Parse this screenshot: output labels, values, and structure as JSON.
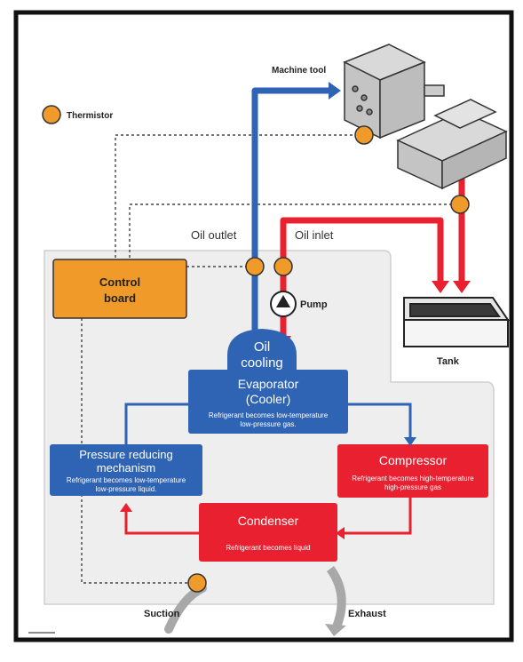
{
  "legend": {
    "thermistor_label": "Thermistor",
    "thermistor_color": "#f09a2a"
  },
  "labels": {
    "machine_tool": "Machine tool",
    "oil_outlet": "Oil outlet",
    "oil_inlet": "Oil inlet",
    "pump": "Pump",
    "tank": "Tank",
    "suction": "Suction",
    "exhaust": "Exhaust"
  },
  "control_board": {
    "line1": "Control",
    "line2": "board"
  },
  "oil_cooling": {
    "line1": "Oil",
    "line2": "cooling"
  },
  "evaporator": {
    "line1": "Evaporator",
    "line2": "(Cooler)",
    "desc1": "Refrigerant becomes low-temperature",
    "desc2": "low-pressure gas."
  },
  "pressure_reducing": {
    "line1": "Pressure reducing",
    "line2": "mechanism",
    "desc1": "Refrigerant becomes low-temperature",
    "desc2": "low-pressure liquid."
  },
  "compressor": {
    "title": "Compressor",
    "desc1": "Refrigerant becomes high-temperature",
    "desc2": "high-pressure gas"
  },
  "condenser": {
    "title": "Condenser",
    "desc": "Refrigerant becomes liquid"
  },
  "colors": {
    "blue": "#2f63b3",
    "red": "#e8202f",
    "orange": "#f09a2a",
    "panel": "#eeeeee"
  }
}
